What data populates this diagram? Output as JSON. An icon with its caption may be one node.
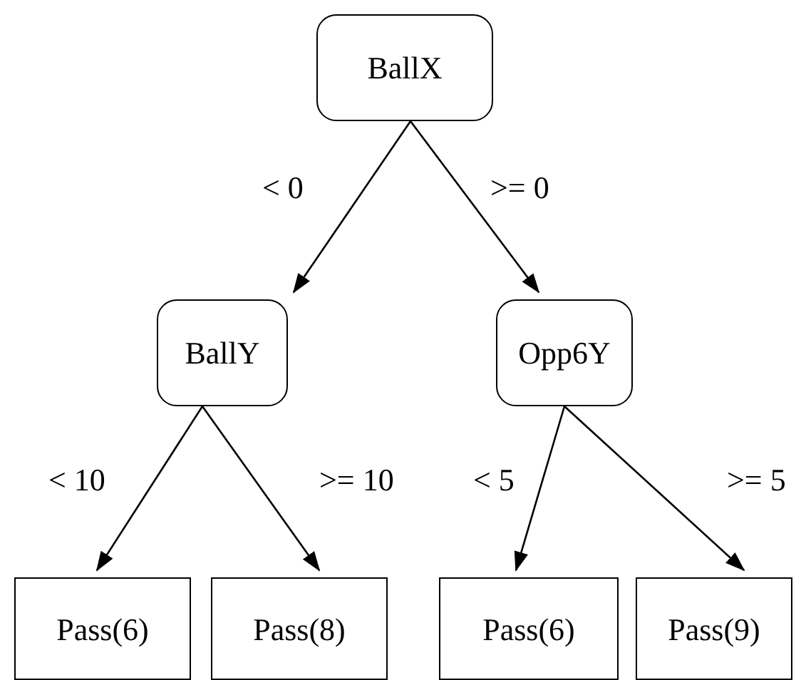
{
  "diagram": {
    "nodes": [
      {
        "text": [
          "BallX"
        ]
      },
      {
        "text": [
          "BallY"
        ]
      },
      {
        "text": [
          "Opp6Y"
        ]
      },
      {
        "text": [
          "Pass(6)"
        ]
      },
      {
        "text": [
          "Pass(8)"
        ]
      },
      {
        "text": [
          "Pass(6)"
        ]
      },
      {
        "text": [
          "Pass(9)"
        ]
      }
    ],
    "edges": [
      {
        "from": 0,
        "to": 1,
        "arrow": "to",
        "label": "< 0"
      },
      {
        "from": 0,
        "to": 2,
        "arrow": "to",
        "label": ">= 0"
      },
      {
        "from": 1,
        "to": 3,
        "arrow": "to",
        "label": "< 10"
      },
      {
        "from": 1,
        "to": 4,
        "arrow": "to",
        "label": ">= 10"
      },
      {
        "from": 2,
        "to": 5,
        "arrow": "to",
        "label": "< 5"
      },
      {
        "from": 2,
        "to": 6,
        "arrow": "to",
        "label": ">= 5"
      }
    ]
  }
}
